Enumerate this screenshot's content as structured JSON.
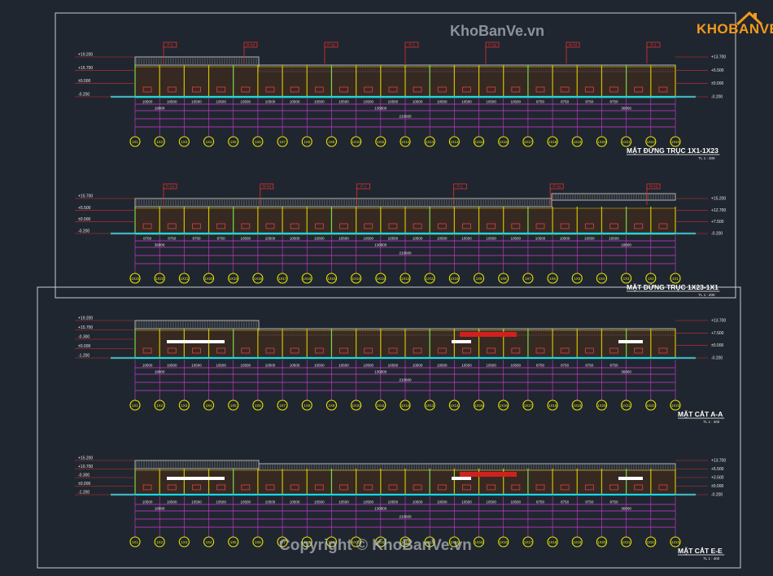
{
  "watermark": {
    "site": "KhoBanVe.vn",
    "copyright": "Copyright © KhoBanVe.vn"
  },
  "logo": {
    "text": "KHOBANVE",
    "icon": "house-icon",
    "color": "#f39a1c"
  },
  "colors": {
    "background": "#20262f",
    "frame": "#c8ccd2",
    "dimension": "#d03ad8",
    "axis_bubble": "#e6e600",
    "ground": "#18d8e8",
    "tag": "#e03030",
    "roof": "#b8b8b8",
    "wall": "#c8a000"
  },
  "drawings": [
    {
      "title": "MẶT ĐỨNG TRỤC 1X1-1X23",
      "scale": "TL 1 : 400",
      "levels_left": [
        "+19.200",
        "+15.700",
        "±0.000",
        "-0.200"
      ],
      "levels_right": [
        "+13.700",
        "+5.500",
        "±0.000",
        "-0.200"
      ],
      "tags": [
        "P-1",
        "M-4d",
        "P-1a",
        "P-1",
        "P-1a",
        "M-4d",
        "P-1"
      ],
      "spans_primary": [
        "10500",
        "10500",
        "10500",
        "10500",
        "10500",
        "10500",
        "10500",
        "10500",
        "10500",
        "10500",
        "10500",
        "10500",
        "10500",
        "10500",
        "10500",
        "10500",
        "8750",
        "8750",
        "8750",
        "8750"
      ],
      "subtotals": [
        "18000",
        "136800",
        "36000"
      ],
      "total": "210600",
      "axes": [
        "1X1",
        "1X2",
        "1X3",
        "1X4",
        "1X5",
        "1X6",
        "1X7",
        "1X8",
        "1X9",
        "1X10",
        "1X11",
        "1X12",
        "1X13",
        "1X14",
        "1X15",
        "1X16",
        "1X17",
        "1X18",
        "1X19",
        "1X20",
        "1X21",
        "1X22",
        "1X23"
      ]
    },
    {
      "title": "MẶT ĐỨNG TRỤC 1X23-1X1",
      "scale": "TL 1 : 400",
      "levels_left": [
        "+15.700",
        "+5.500",
        "±0.000",
        "-0.200"
      ],
      "levels_right": [
        "+15.200",
        "+12.700",
        "+7.500",
        "-0.200"
      ],
      "tags": [
        "P-1a",
        "M-4d",
        "P-1",
        "P-1",
        "P-1a",
        "M-4d"
      ],
      "spans_primary": [
        "8750",
        "8750",
        "8750",
        "8750",
        "10500",
        "10500",
        "10500",
        "10500",
        "10500",
        "10500",
        "10500",
        "10500",
        "10500",
        "10500",
        "10500",
        "10500",
        "10500",
        "10500",
        "10500",
        "10500"
      ],
      "subtotals": [
        "36000",
        "136800",
        "18000"
      ],
      "total": "210600",
      "axes": [
        "1X23",
        "1X22",
        "1X21",
        "1X20",
        "1X19",
        "1X18",
        "1X17",
        "1X16",
        "1X15",
        "1X14",
        "1X13",
        "1X12",
        "1X11",
        "1X10",
        "1X9",
        "1X8",
        "1X7",
        "1X6",
        "1X5",
        "1X4",
        "1X3",
        "1X2",
        "1X1"
      ]
    },
    {
      "title": "MẶT CẮT A-A",
      "scale": "TL 1 : 400",
      "levels_left": [
        "+19.200",
        "+15.700",
        "-0.300",
        "±0.000",
        "-1.200"
      ],
      "levels_right": [
        "+13.700",
        "+7.500",
        "±0.000",
        "-0.200"
      ],
      "tags": [],
      "spans_primary": [
        "10500",
        "10500",
        "10500",
        "10500",
        "10500",
        "10500",
        "10500",
        "10500",
        "10500",
        "10500",
        "10500",
        "10500",
        "10500",
        "10500",
        "10500",
        "10500",
        "8750",
        "8750",
        "8750",
        "8750"
      ],
      "subtotals": [
        "18000",
        "136800",
        "36000"
      ],
      "total": "210600",
      "axes": [
        "1X1",
        "1X2",
        "1X3",
        "1X4",
        "1X5",
        "1X6",
        "1X7",
        "1X8",
        "1X9",
        "1X10",
        "1X11",
        "1X12",
        "1X13",
        "1X14",
        "1X15",
        "1X16",
        "1X17",
        "1X18",
        "1X19",
        "1X20",
        "1X21",
        "1X22",
        "1X23"
      ]
    },
    {
      "title": "MẶT CẮT E-E",
      "scale": "TL 1 : 400",
      "levels_left": [
        "+15.200",
        "+10.700",
        "-0.300",
        "±0.000",
        "-1.200"
      ],
      "levels_right": [
        "+13.700",
        "+5.500",
        "+3.500",
        "±0.000",
        "-0.200"
      ],
      "tags": [],
      "spans_primary": [
        "10500",
        "10500",
        "10500",
        "10500",
        "10500",
        "10500",
        "10500",
        "10500",
        "10500",
        "10500",
        "10500",
        "10500",
        "10500",
        "10500",
        "10500",
        "10500",
        "8750",
        "8750",
        "8750",
        "8750"
      ],
      "subtotals": [
        "18000",
        "136800",
        "36000"
      ],
      "total": "210600",
      "axes": [
        "1X1",
        "1X2",
        "1X3",
        "1X4",
        "1X5",
        "1X6",
        "1X7",
        "1X8",
        "1X9",
        "1X10",
        "1X11",
        "1X12",
        "1X13",
        "1X14",
        "1X15",
        "1X16",
        "1X17",
        "1X18",
        "1X19",
        "1X20",
        "1X21",
        "1X22",
        "1X23"
      ]
    }
  ]
}
